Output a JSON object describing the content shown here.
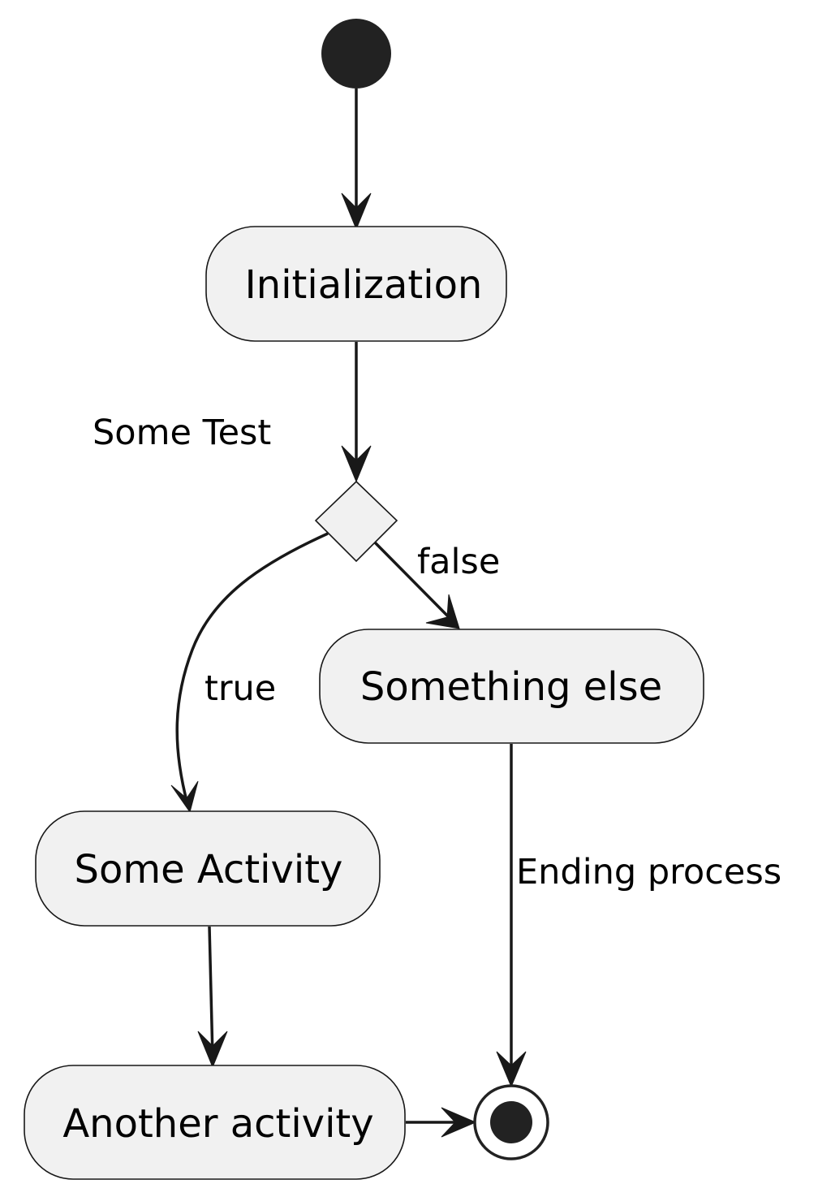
{
  "nodes": {
    "initialization": "Initialization",
    "something_else": "Something else",
    "some_activity": "Some Activity",
    "another_activity": "Another activity"
  },
  "decision": {
    "label": "Some Test"
  },
  "edges": {
    "true_label": "true",
    "false_label": "false",
    "ending_label": "Ending process"
  },
  "colors": {
    "node_fill": "#f1f1f1",
    "stroke": "#181818",
    "text": "#000000",
    "start_end_dot": "#222222"
  }
}
